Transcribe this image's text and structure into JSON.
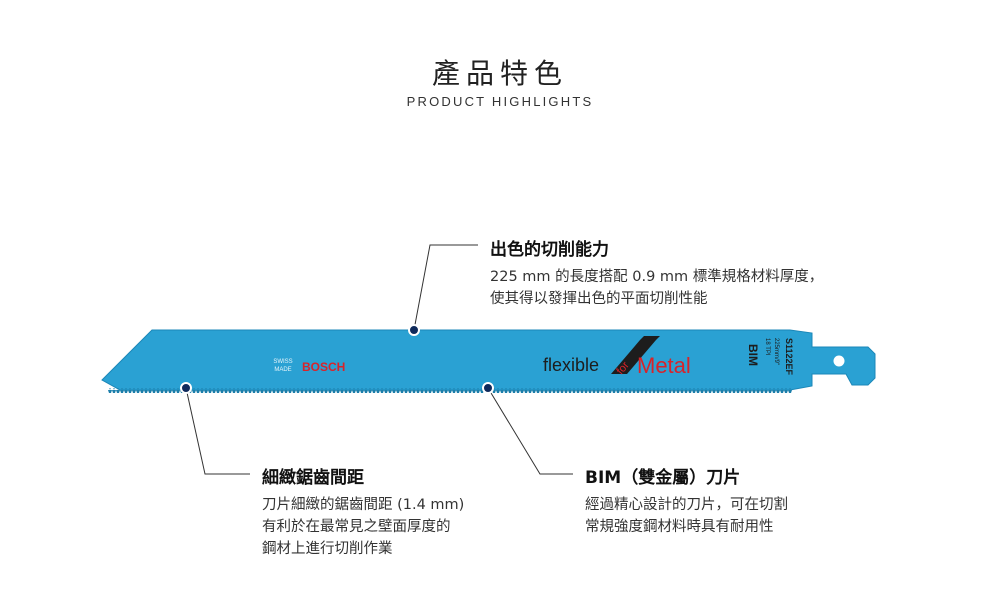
{
  "header": {
    "title": "產品特色",
    "subtitle": "PRODUCT HIGHLIGHTS"
  },
  "blade": {
    "brand_small_1": "SWISS",
    "brand_small_2": "MADE",
    "brand": "BOSCH",
    "slogan_1": "flexible",
    "slogan_2": "for",
    "slogan_3": "Metal",
    "model": "S1122EF",
    "spec_1": "225mm/9\"",
    "spec_2": "18 TPI",
    "material": "BIM",
    "color": "#2aa1d3"
  },
  "features": [
    {
      "title": "出色的切削能力",
      "lines": [
        "225 mm 的長度搭配 0.9 mm 標準規格材料厚度，",
        "使其得以發揮出色的平面切削性能"
      ]
    },
    {
      "title": "細緻鋸齒間距",
      "lines": [
        "刀片細緻的鋸齒間距 (1.4 mm)",
        "有利於在最常見之壁面厚度的",
        "鋼材上進行切削作業"
      ]
    },
    {
      "title": "BIM（雙金屬）刀片",
      "lines": [
        "經過精心設計的刀片，可在切割",
        "常規強度鋼材料時具有耐用性"
      ]
    }
  ]
}
